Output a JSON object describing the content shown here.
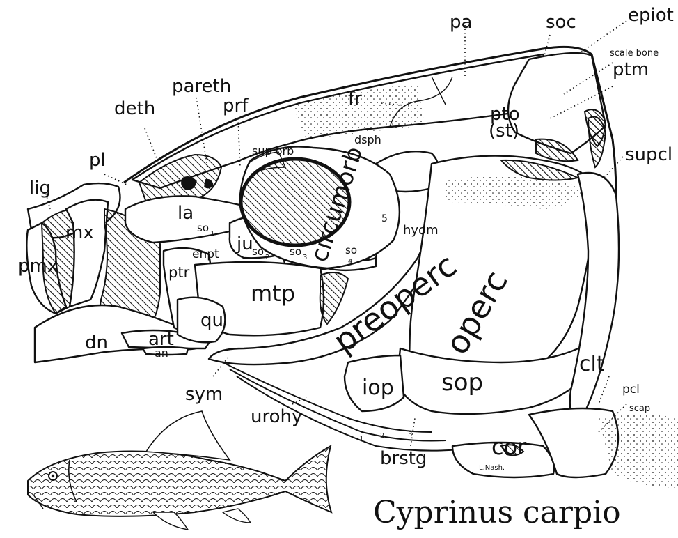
{
  "labels": {
    "pa": "pa",
    "soc": "soc",
    "epiot": "epiot",
    "scale_bone": "scale bone",
    "ptm": "ptm",
    "pareth": "pareth",
    "deth": "deth",
    "prf": "prf",
    "fr": "fr",
    "pto": "pto",
    "st": "(st)",
    "supcl": "supcl",
    "pl": "pl",
    "lig": "lig",
    "sup_orb": "sup orb",
    "dsph": "dsph",
    "circumorb": "circumorb",
    "la": "la",
    "mx": "mx",
    "pmx": "pmx",
    "so1": "so",
    "so1_sub": "1",
    "ju": "ju",
    "so2": "so",
    "so2_sub": "2",
    "so3": "so",
    "so3_sub": "3",
    "so4": "so",
    "so4_sub": "4",
    "so5": "5",
    "enpt": "enpt",
    "hyom": "hyom",
    "ptr": "ptr",
    "mtp": "mtp",
    "preoperc": "preoperc",
    "operc": "operc",
    "qu": "qu",
    "art": "art",
    "an": "an",
    "dn": "dn",
    "clt": "clt",
    "sop": "sop",
    "iop": "iop",
    "pcl": "pcl",
    "scap": "scap",
    "sym": "sym",
    "urohy": "urohy",
    "cor": "cor",
    "brstg": "brstg",
    "signature": "L.Nash.",
    "br_numerals": [
      "1",
      "2",
      "3"
    ]
  },
  "caption": "Cyprinus carpio"
}
